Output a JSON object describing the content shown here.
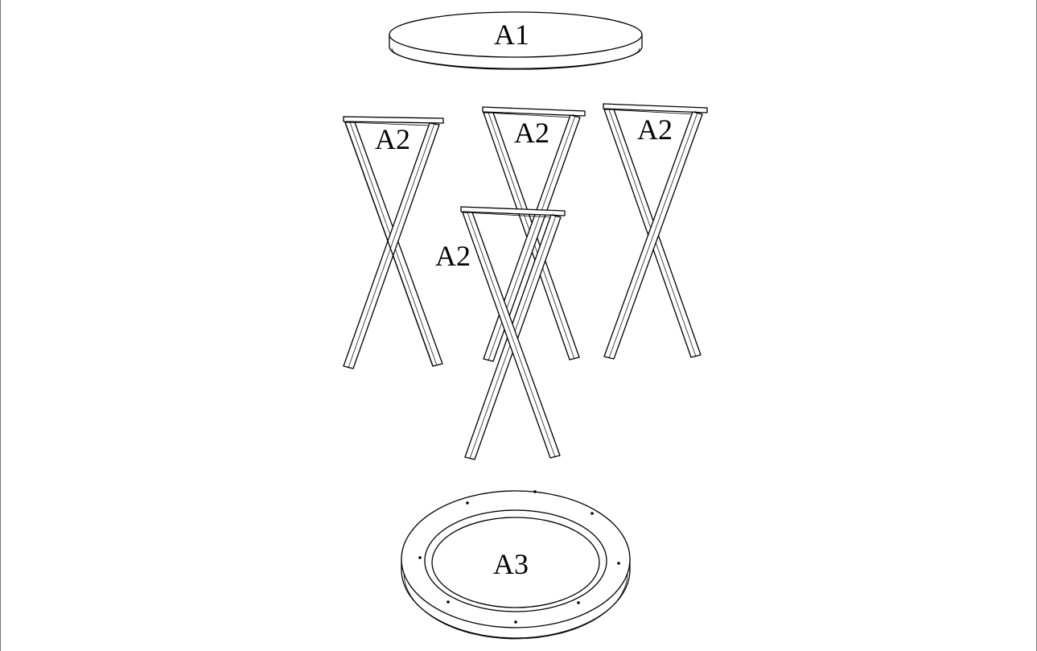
{
  "parts": {
    "tabletop": "A1",
    "leg_1": "A2",
    "leg_2": "A2",
    "leg_3": "A2",
    "leg_4": "A2",
    "base_ring": "A3"
  },
  "base_ring_hole_count": 8,
  "colors": {
    "line": "#000000",
    "background": "#ffffff"
  }
}
